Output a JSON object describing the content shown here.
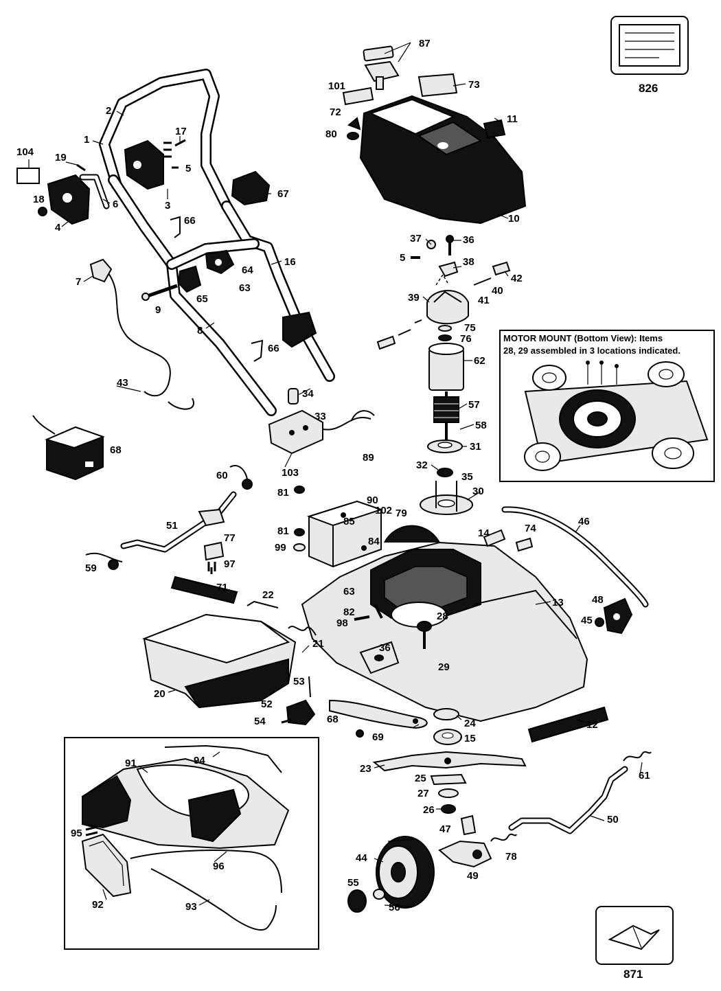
{
  "labels": {
    "p1": "1",
    "p2": "2",
    "p3": "3",
    "p4": "4",
    "p5a": "5",
    "p5b": "5",
    "p6": "6",
    "p7": "7",
    "p8": "8",
    "p9": "9",
    "p10": "10",
    "p11": "11",
    "p12": "12",
    "p13": "13",
    "p14": "14",
    "p15": "15",
    "p16": "16",
    "p17": "17",
    "p18": "18",
    "p19": "19",
    "p20": "20",
    "p21": "21",
    "p22": "22",
    "p23": "23",
    "p24": "24",
    "p25": "25",
    "p26": "26",
    "p27": "27",
    "p28": "28",
    "p29": "29",
    "p30": "30",
    "p31": "31",
    "p32": "32",
    "p33": "33",
    "p34": "34",
    "p35": "35",
    "p36a": "36",
    "p36b": "36",
    "p37": "37",
    "p38": "38",
    "p39": "39",
    "p40": "40",
    "p41": "41",
    "p42": "42",
    "p43": "43",
    "p44": "44",
    "p45": "45",
    "p46": "46",
    "p47": "47",
    "p48": "48",
    "p49": "49",
    "p50": "50",
    "p51": "51",
    "p52": "52",
    "p53": "53",
    "p54": "54",
    "p55": "55",
    "p56": "56",
    "p57": "57",
    "p58": "58",
    "p59": "59",
    "p60": "60",
    "p61": "61",
    "p62": "62",
    "p63a": "63",
    "p63b": "63",
    "p64": "64",
    "p65": "65",
    "p66a": "66",
    "p66b": "66",
    "p67": "67",
    "p68a": "68",
    "p68b": "68",
    "p69": "69",
    "p71": "71",
    "p72": "72",
    "p73": "73",
    "p74": "74",
    "p75": "75",
    "p76": "76",
    "p77": "77",
    "p78": "78",
    "p79": "79",
    "p80": "80",
    "p81a": "81",
    "p81b": "81",
    "p82": "82",
    "p84": "84",
    "p85": "85",
    "p87": "87",
    "p89": "89",
    "p90": "90",
    "p91": "91",
    "p92": "92",
    "p93": "93",
    "p94": "94",
    "p95": "95",
    "p96": "96",
    "p97": "97",
    "p98": "98",
    "p99": "99",
    "p101": "101",
    "p102": "102",
    "p103": "103",
    "p104": "104",
    "p826": "826",
    "p871": "871"
  },
  "inset": {
    "line1": "MOTOR MOUNT (Bottom View): Items",
    "line2": "28, 29 assembled in 3 locations indicated."
  }
}
